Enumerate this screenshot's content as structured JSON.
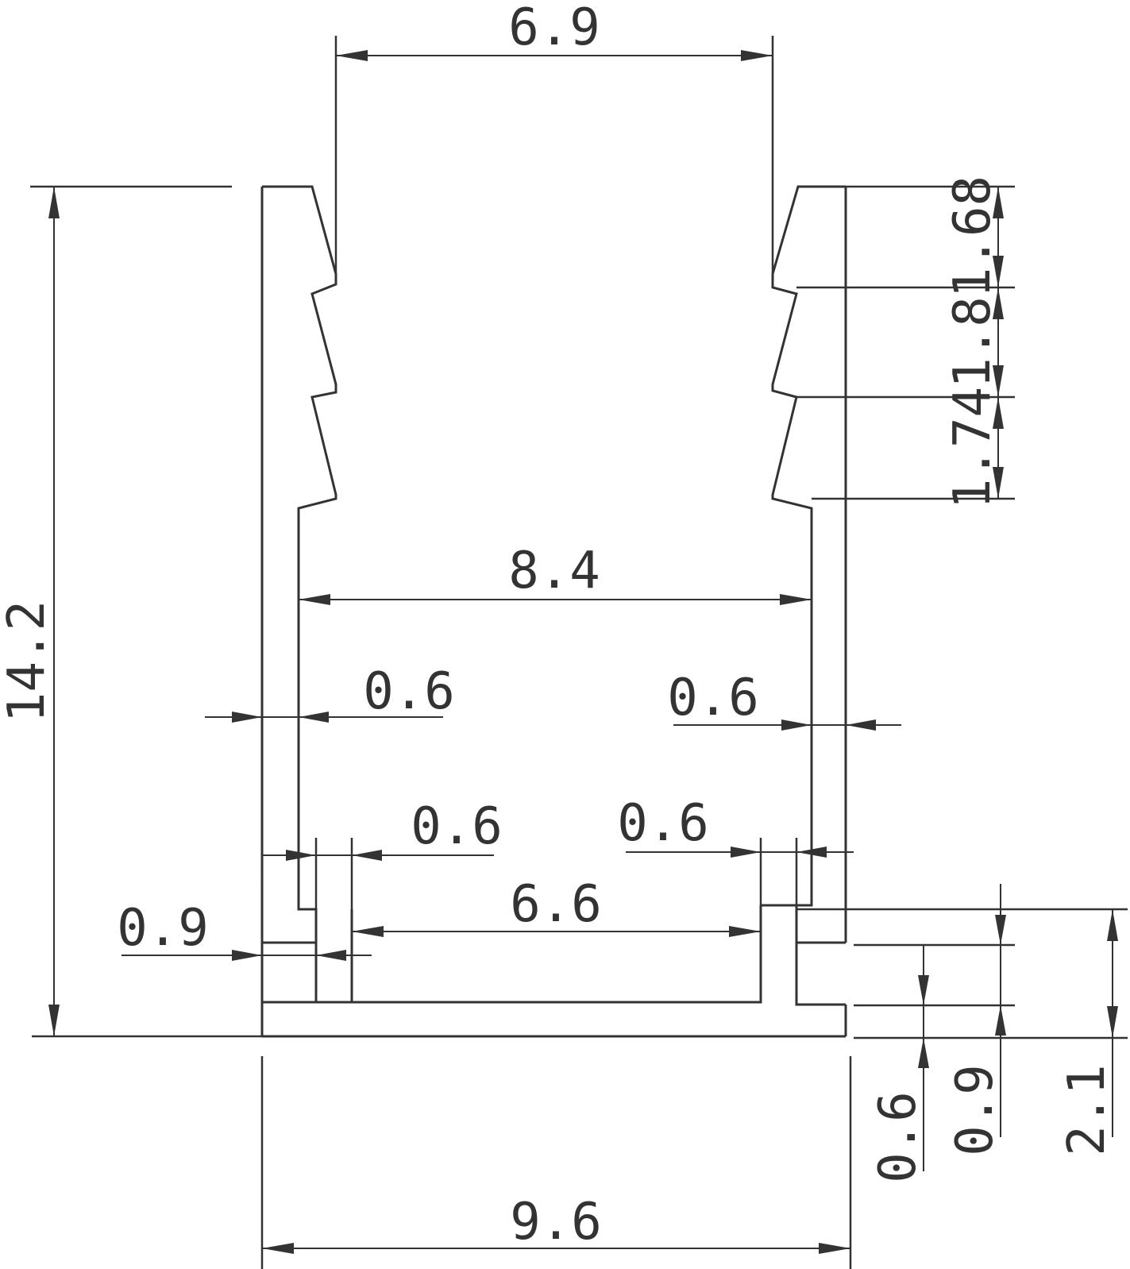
{
  "dimensions": {
    "top_opening": "6.9",
    "inner_width": "8.4",
    "total_width": "9.6",
    "total_height": "14.2",
    "wall_left": "0.6",
    "wall_right": "0.6",
    "channel_left": "0.6",
    "channel_right": "0.6",
    "channel_width": "6.6",
    "lip_left": "0.9",
    "rib_top": "1.68",
    "rib_mid": "1.8",
    "rib_bottom": "1.74",
    "base_thin": "0.6",
    "base_mid": "0.9",
    "base_total": "2.1"
  },
  "colors": {
    "line": "#333333",
    "background": "#ffffff"
  }
}
